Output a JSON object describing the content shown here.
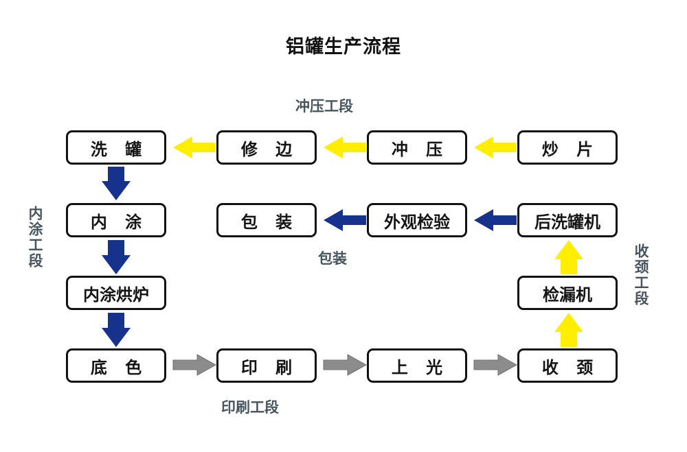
{
  "diagram": {
    "title": "铝罐生产流程",
    "background": "#ffffff",
    "colors": {
      "box_border": "#111111",
      "box_fill": "#ffffff",
      "text": "#141414",
      "caption": "#45555f",
      "arrow_yellow": "#FFEE00",
      "arrow_blue": "#16328C",
      "arrow_gray": "#8C8C8C"
    },
    "captions": [
      {
        "id": "stamping-section",
        "text": "冲压工段",
        "orientation": "horizontal"
      },
      {
        "id": "packaging-section",
        "text": "包装",
        "orientation": "horizontal"
      },
      {
        "id": "printing-section",
        "text": "印刷工段",
        "orientation": "horizontal"
      },
      {
        "id": "coating-section",
        "text": "内涂工段",
        "orientation": "vertical"
      },
      {
        "id": "necking-section",
        "text": "收颈工段",
        "orientation": "vertical"
      }
    ],
    "nodes": [
      {
        "id": "wash-can",
        "label": "洗 罐",
        "row": 1,
        "col": 1
      },
      {
        "id": "trim",
        "label": "修 边",
        "row": 1,
        "col": 2
      },
      {
        "id": "stamping",
        "label": "冲 压",
        "row": 1,
        "col": 3
      },
      {
        "id": "blank-cutting",
        "label": "炒 片",
        "row": 1,
        "col": 4
      },
      {
        "id": "inner-coating",
        "label": "内 涂",
        "row": 2,
        "col": 1
      },
      {
        "id": "packaging",
        "label": "包 装",
        "row": 2,
        "col": 2
      },
      {
        "id": "visual-inspect",
        "label": "外观检验",
        "row": 2,
        "col": 3
      },
      {
        "id": "post-washer",
        "label": "后洗罐机",
        "row": 2,
        "col": 4
      },
      {
        "id": "coating-oven",
        "label": "内涂烘炉",
        "row": 3,
        "col": 1
      },
      {
        "id": "leak-detector",
        "label": "检漏机",
        "row": 3,
        "col": 4
      },
      {
        "id": "base-color",
        "label": "底 色",
        "row": 4,
        "col": 1
      },
      {
        "id": "printing",
        "label": "印 刷",
        "row": 4,
        "col": 2
      },
      {
        "id": "varnishing",
        "label": "上 光",
        "row": 4,
        "col": 3
      },
      {
        "id": "necking",
        "label": "收 颈",
        "row": 4,
        "col": 4
      }
    ],
    "edges": [
      {
        "from": "blank-cutting",
        "to": "stamping",
        "color": "yellow",
        "dir": "left"
      },
      {
        "from": "stamping",
        "to": "trim",
        "color": "yellow",
        "dir": "left"
      },
      {
        "from": "trim",
        "to": "wash-can",
        "color": "yellow",
        "dir": "left"
      },
      {
        "from": "wash-can",
        "to": "inner-coating",
        "color": "blue",
        "dir": "down"
      },
      {
        "from": "inner-coating",
        "to": "coating-oven",
        "color": "blue",
        "dir": "down"
      },
      {
        "from": "coating-oven",
        "to": "base-color",
        "color": "blue",
        "dir": "down"
      },
      {
        "from": "base-color",
        "to": "printing",
        "color": "gray",
        "dir": "right"
      },
      {
        "from": "printing",
        "to": "varnishing",
        "color": "gray",
        "dir": "right"
      },
      {
        "from": "varnishing",
        "to": "necking",
        "color": "gray",
        "dir": "right"
      },
      {
        "from": "necking",
        "to": "leak-detector",
        "color": "yellow",
        "dir": "up"
      },
      {
        "from": "leak-detector",
        "to": "post-washer",
        "color": "yellow",
        "dir": "up"
      },
      {
        "from": "post-washer",
        "to": "visual-inspect",
        "color": "blue",
        "dir": "left"
      },
      {
        "from": "visual-inspect",
        "to": "packaging",
        "color": "blue",
        "dir": "left"
      }
    ]
  }
}
